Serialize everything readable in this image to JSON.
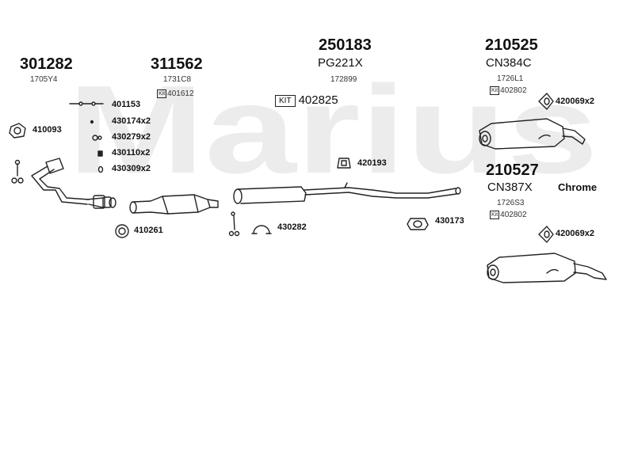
{
  "watermark": "Marius",
  "parts": {
    "p301282": {
      "number": "301282",
      "ref": "1705Y4"
    },
    "p311562": {
      "number": "311562",
      "ref": "1731C8",
      "kit_label": "Kit",
      "kit": "401612"
    },
    "p250183": {
      "number": "250183",
      "model": "PG221X",
      "ref": "172899",
      "kit_label": "KIT",
      "kit": "402825"
    },
    "p210525": {
      "number": "210525",
      "model": "CN384C",
      "ref": "1726L1",
      "kit_label": "Kit",
      "kit": "402802"
    },
    "p210527": {
      "number": "210527",
      "model": "CN387X",
      "ref": "1726S3",
      "kit_label": "Kit",
      "kit": "402802",
      "finish": "Chrome"
    }
  },
  "accessories": {
    "a401153": "401153",
    "a430174": "430174x2",
    "a430279": "430279x2",
    "a430110": "430110x2",
    "a430309": "430309x2",
    "a410093": "410093",
    "a420193": "420193",
    "a410261": "410261",
    "a430282": "430282",
    "a430173": "430173",
    "a420069_top": "420069x2",
    "a420069_bottom": "420069x2"
  }
}
